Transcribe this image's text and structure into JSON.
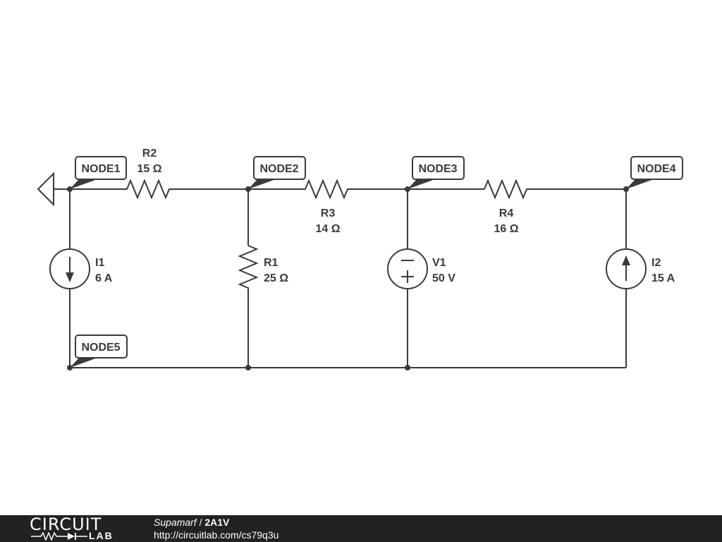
{
  "components": {
    "r1": {
      "name": "R1",
      "value": "25 Ω"
    },
    "r2": {
      "name": "R2",
      "value": "15 Ω"
    },
    "r3": {
      "name": "R3",
      "value": "14 Ω"
    },
    "r4": {
      "name": "R4",
      "value": "16 Ω"
    },
    "i1": {
      "name": "I1",
      "value": "6 A"
    },
    "i2": {
      "name": "I2",
      "value": "15 A"
    },
    "v1": {
      "name": "V1",
      "value": "50 V"
    }
  },
  "nodes": {
    "node1": "NODE1",
    "node2": "NODE2",
    "node3": "NODE3",
    "node4": "NODE4",
    "node5": "NODE5"
  },
  "footer": {
    "logo_top": "CIRCUIT",
    "logo_bottom": "LAB",
    "author": "Supamarf",
    "separator": " / ",
    "design_name": "2A1V",
    "url": "http://circuitlab.com/cs79q3u"
  },
  "colors": {
    "ink": "#3a3a3a",
    "footer_bg": "#222222",
    "background": "#ffffff"
  }
}
